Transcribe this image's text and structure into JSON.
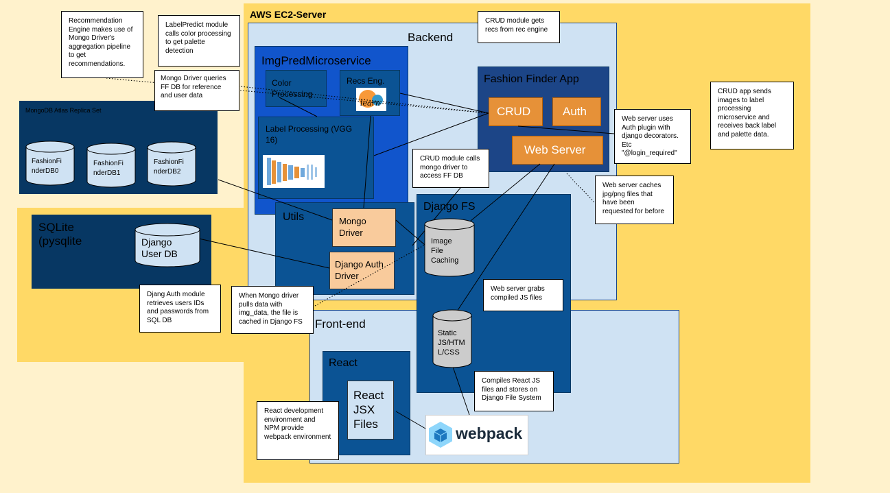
{
  "colors": {
    "outer": "#fff2cc",
    "ec2": "#ffd966",
    "backend": "#cfe2f3",
    "dark_blue": "#0b5394",
    "navy": "#073763",
    "royal_blue": "#1155cc",
    "orange": "#e69138",
    "peach": "#f9cb9c",
    "db_light": "#cfe2f3",
    "db_gray": "#cccccc"
  },
  "ec2": {
    "title": "AWS EC2-Server"
  },
  "backend": {
    "title": "Backend"
  },
  "frontend": {
    "title": "Front-end"
  },
  "imgpred": {
    "title": "ImgPredMicroservice",
    "color_processing": "Color\nProcessing",
    "recs_engine": "Recs Eng.",
    "sklearn_logo_text": "learn",
    "label_processing": "Label Processing (VGG\n16)"
  },
  "fashion_app": {
    "title": "Fashion Finder App",
    "crud": "CRUD",
    "auth": "Auth",
    "web_server": "Web Server"
  },
  "utils": {
    "title": "Utils",
    "mongo_driver": "Mongo\nDriver",
    "django_auth_driver": "Django Auth\nDriver"
  },
  "django_fs": {
    "title": "Django FS",
    "image_cache": "Image\nFile\nCaching",
    "static_files": "Static\nJS/HTM\nL/CSS"
  },
  "mongodb": {
    "title": "MongoDB Atlas Replica Set",
    "dbs": [
      "FashionFi\nnderDB0",
      "FashionFi\nnderDB1",
      "FashionFi\nnderDB2"
    ]
  },
  "sqlite": {
    "title": "SQLite\n(pysqlite",
    "db": "Django\nUser DB"
  },
  "react": {
    "title": "React",
    "files": "React\nJSX\nFiles"
  },
  "webpack": {
    "label": "webpack"
  },
  "notes": {
    "rec_engine": "Recommendation Engine makes use of Mongo Driver's aggregation pipeline to get recommendations.",
    "label_predict": "LabelPredict module calls color processing to get palette detection",
    "mongo_queries": "Mongo Driver queries FF DB for reference and user data",
    "crud_recs": "CRUD module gets recs from rec engine",
    "crud_app": "CRUD app sends images to label processing microservice and receives back label and palette data.",
    "web_auth": "Web server uses Auth plugin with django decorators. Etc \"@login_required\"",
    "crud_mongo": "CRUD module calls mongo driver to access FF DB",
    "web_cache": "Web server caches jpg/png files that have been requested for before",
    "django_auth": "Djang Auth module retrieves users IDs and passwords from SQL DB",
    "mongo_pull": "When Mongo driver pulls data with img_data, the file is cached in Django FS",
    "web_js": "Web server grabs compiled JS files",
    "compiles": "Compiles React JS files and stores on Django File System",
    "react_dev": "React development environment and NPM provide webpack environment"
  }
}
